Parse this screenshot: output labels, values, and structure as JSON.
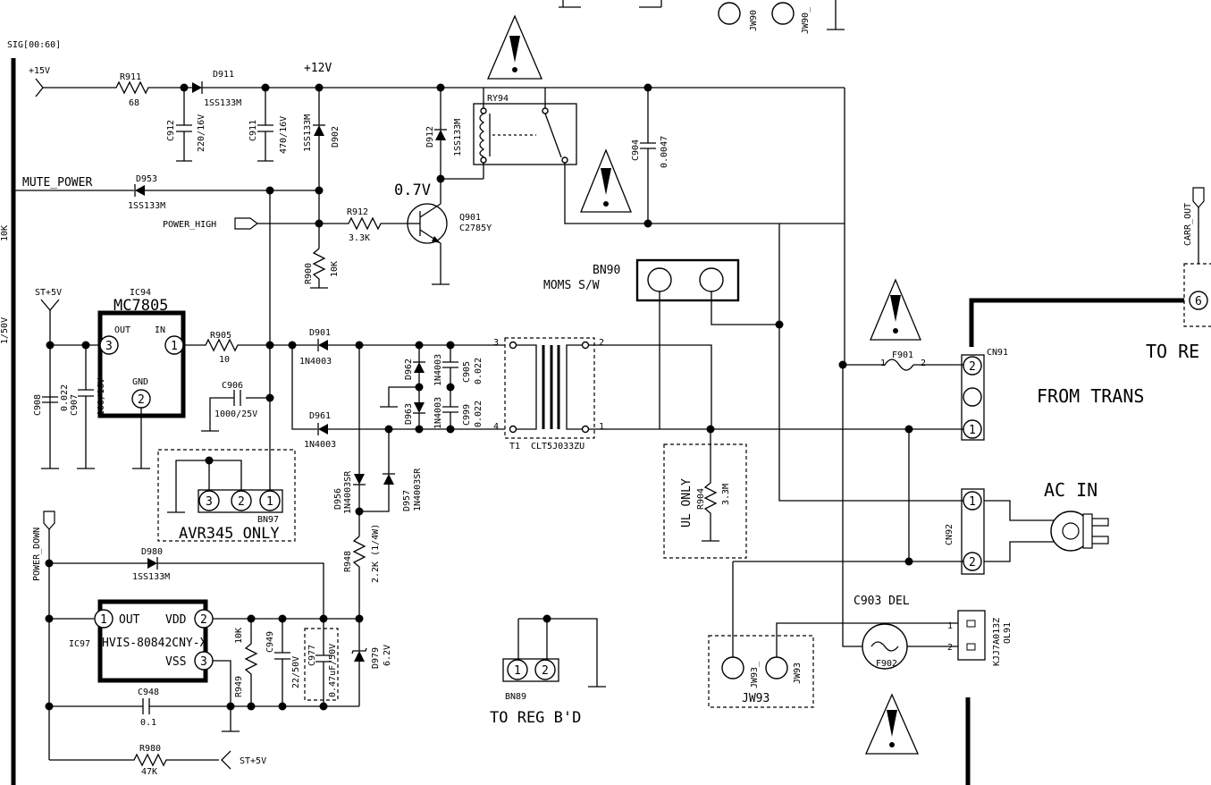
{
  "labels": {
    "sig_bus": "SIG[00:60]",
    "p15v": "+15V",
    "p12v": "+12V",
    "r911": "R911",
    "r911_val": "68",
    "d911": "D911",
    "d911_part": "1SS133M",
    "c912": "C912",
    "c912_val": "220/16V",
    "c911": "C911",
    "c911_val": "470/16V",
    "d902": "D902",
    "d902_part": "1SS133M",
    "mute_power": "MUTE_POWER",
    "d953": "D953",
    "d953_part": "1SS133M",
    "power_high": "POWER_HIGH",
    "r912": "R912",
    "r912_val": "3.3K",
    "q901": "Q901",
    "q901_part": "C2785Y",
    "v07": "0.7V",
    "r900": "R900",
    "r900_val": "10K",
    "d912": "D912",
    "d912_part": "1SS133M",
    "ry94": "RY94",
    "c904": "C904",
    "c904_val": "0.0047",
    "bn90": "BN90",
    "moms_sw": "MOMS S/W",
    "st5v": "ST+5V",
    "ic94": "IC94",
    "mc7805": "MC7805",
    "pin_out": "OUT",
    "pin_in": "IN",
    "pin_gnd": "GND",
    "n1": "1",
    "n2": "2",
    "n3": "3",
    "n4": "4",
    "n6": "6",
    "r905": "R905",
    "r905_val": "10",
    "c906": "C906",
    "c906_val": "1000/25V",
    "c908": "C908",
    "c908_val": "0.022",
    "c907": "C907",
    "c907_val": "100/16V",
    "d901": "D901",
    "d901_part": "1N4003",
    "d961": "D961",
    "d961_part": "1N4003",
    "d962": "D962",
    "d962_part": "1N4003",
    "d963": "D963",
    "d963_part": "1N4003",
    "c905": "C905",
    "c905_val": "0.022",
    "c999": "C999",
    "c999_val": "0.022",
    "t1": "T1",
    "t1_part": "CLT5J033ZU",
    "d956": "D956",
    "d956_part": "1N4003SR",
    "d957": "D957",
    "d957_part": "1N4003SR",
    "r948": "R948",
    "r948_val": "2.2K (1/4W)",
    "bn97": "BN97",
    "avr345": "AVR345 ONLY",
    "ul_only": "UL ONLY",
    "r904": "R904",
    "r904_val": "3.3M",
    "f901": "F901",
    "cn91": "CN91",
    "to_re": "TO RE",
    "from_trans": "FROM TRANS",
    "ac_in": "AC IN",
    "cn92": "CN92",
    "carr_out": "CARR_OUT",
    "power_down": "POWER_DOWN",
    "d980": "D980",
    "d980_part": "1SS133M",
    "ic97": "IC97",
    "ic97_part": "HVIS-80842CNY-X",
    "pin_vdd": "VDD",
    "pin_vss": "VSS",
    "r949": "R949",
    "r949_val": "10K",
    "c949": "C949",
    "c949_val": "22/50V",
    "c977": "C977",
    "c977_val": "0.47uF/50V",
    "d979": "D979",
    "d979_val": "6.2V",
    "c948": "C948",
    "c948_val": "0.1",
    "r980": "R980",
    "r980_val": "47K",
    "bn89": "BN89",
    "to_reg_bd": "TO REG B'D",
    "c903_del": "C903 DEL",
    "kjj": "KJJ7A013Z",
    "ol91": "OL91",
    "f902": "F902",
    "jw93a": "JW93_",
    "jw93b": "JW93",
    "jw93": "JW93",
    "jw90": "JW90",
    "jw90_": "JW90_",
    "side_10k": "10K",
    "side_150v": "1/50V"
  }
}
